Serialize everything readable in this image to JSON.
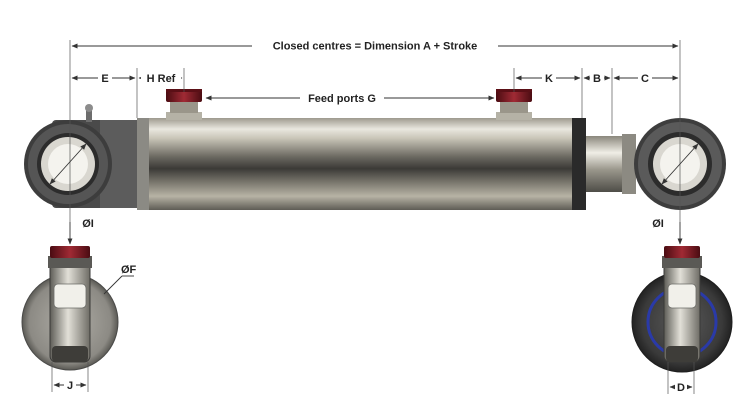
{
  "labels": {
    "closed_centres": "Closed centres = Dimension A + Stroke",
    "e": "E",
    "h_ref": "H Ref",
    "feed_ports": "Feed ports G",
    "k": "K",
    "b": "B",
    "c": "C",
    "bore_left": "ØI",
    "bore_right": "ØI",
    "f": "ØF",
    "j": "J",
    "d": "D"
  },
  "colors": {
    "port_red": "#7a1a22",
    "steel_dark": "#3a3a3a",
    "seal_blue": "#2a3aa8"
  }
}
